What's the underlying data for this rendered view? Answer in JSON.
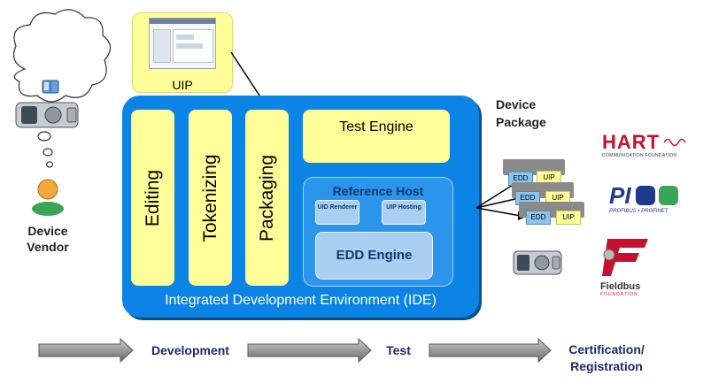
{
  "uip": {
    "label": "UIP"
  },
  "ide": {
    "label": "Integrated Development Environment (IDE)",
    "columns": [
      "Editing",
      "Tokenizing",
      "Packaging"
    ],
    "test_engine": "Test Engine",
    "reference_host": {
      "title": "Reference Host",
      "uid_renderer": "UID Renderer",
      "uip_hosting": "UIP Hosting",
      "edd_engine": "EDD Engine"
    }
  },
  "vendor": {
    "line1": "Device",
    "line2": "Vendor"
  },
  "package": {
    "line1": "Device",
    "line2": "Package",
    "items": [
      {
        "edd": "EDD",
        "uip": "UIP"
      },
      {
        "edd": "EDD",
        "uip": "UIP"
      },
      {
        "edd": "EDD",
        "uip": "UIP"
      }
    ]
  },
  "logos": {
    "hart": "HART",
    "hart_sub": "COMMUNICATION FOUNDATION",
    "pi": "PI",
    "pi_sub": "PROFIBUS • PROFINET",
    "fieldbus": "Fieldbus",
    "fieldbus_sub": "FOUNDATION"
  },
  "flow": {
    "development": "Development",
    "test": "Test",
    "cert_line1": "Certification/",
    "cert_line2": "Registration"
  },
  "colors": {
    "ide_blue": "#0b84e6",
    "yellow": "#ffff99",
    "navy_text": "#1a2a6c",
    "hart_red": "#c8102e",
    "pi_blue": "#1f3a8a",
    "pi_green": "#3aa655"
  }
}
